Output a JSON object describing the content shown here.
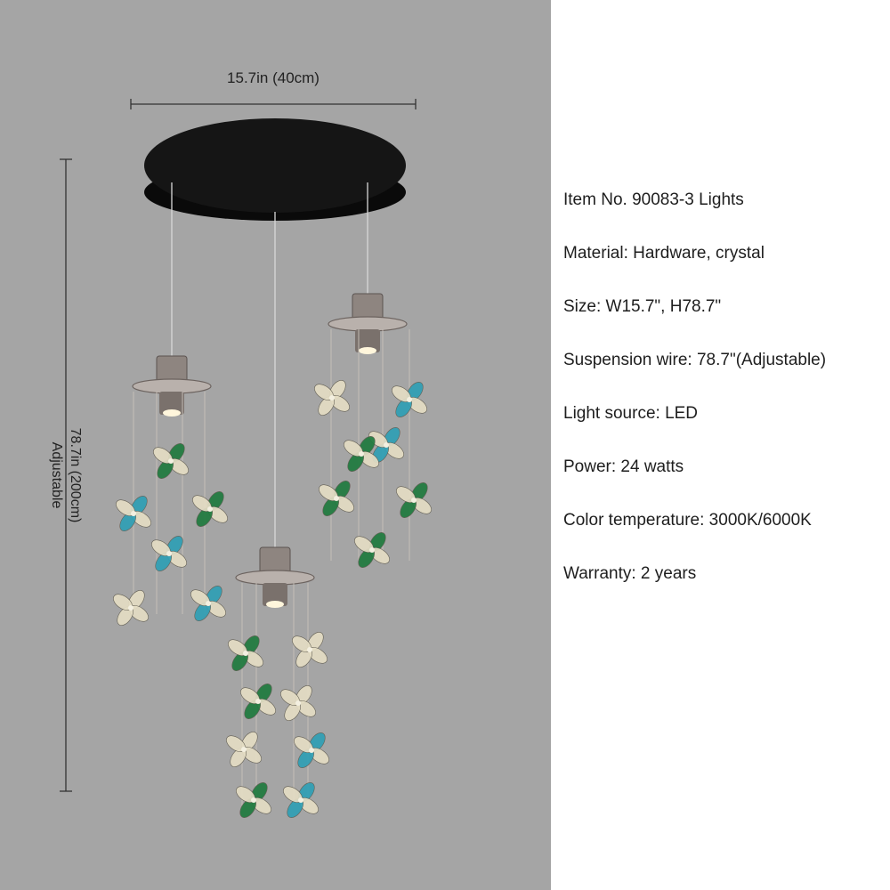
{
  "dimensions": {
    "width_label": "15.7in (40cm)",
    "height_label": "78.7in (200cm)",
    "height_note": "Adjustable"
  },
  "specs": [
    "Item No. 90083-3 Lights",
    "Material: Hardware, crystal",
    "Size: W15.7\", H78.7\"",
    "Suspension wire: 78.7\"(Adjustable)",
    "Light source:  LED",
    "Power: 24 watts",
    "Color temperature: 3000K/6000K",
    "Warranty: 2 years"
  ],
  "colors": {
    "photo_background": "#a5a5a5",
    "canopy": "#0d0d0d",
    "crystal_green": "#1f7a3e",
    "crystal_blue": "#2f9fb5",
    "crystal_clear": "#e4ddc4"
  }
}
